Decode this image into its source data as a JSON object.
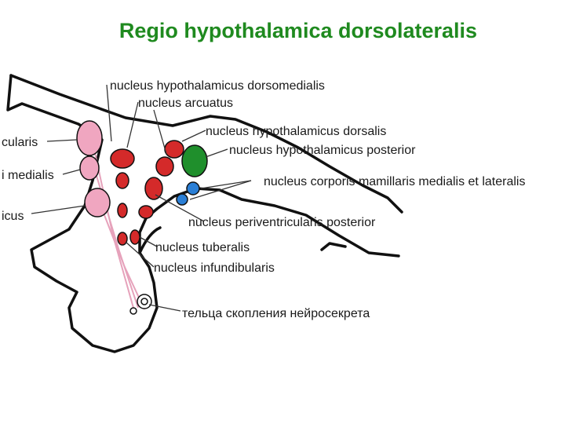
{
  "title": "Regio hypothalamica dorsolateralis",
  "labels": {
    "dorsomedialis": "nucleus hypothalamicus dorsomedialis",
    "arcuatus": "nucleus arcuatus",
    "dorsalis": "nucleus hypothalamicus dorsalis",
    "posterior": "nucleus hypothalamicus posterior",
    "mamillaris": "nucleus corporis mamillaris medialis et lateralis",
    "periventricularis": "nucleus periventricularis posterior",
    "tuberalis": "nucleus tuberalis",
    "infundibularis": "nucleus infundibularis",
    "neurosecret": "тельца скопления нейросекрета",
    "left_cularis": "cularis",
    "left_medialis": "i medialis",
    "left_icus": "icus"
  },
  "colors": {
    "title": "#1f8a1f",
    "red_nucleus": "#d42a2a",
    "pink_nucleus": "#f0a6c0",
    "green_nucleus": "#1f8f2c",
    "blue_nucleus": "#2b7fd6"
  }
}
